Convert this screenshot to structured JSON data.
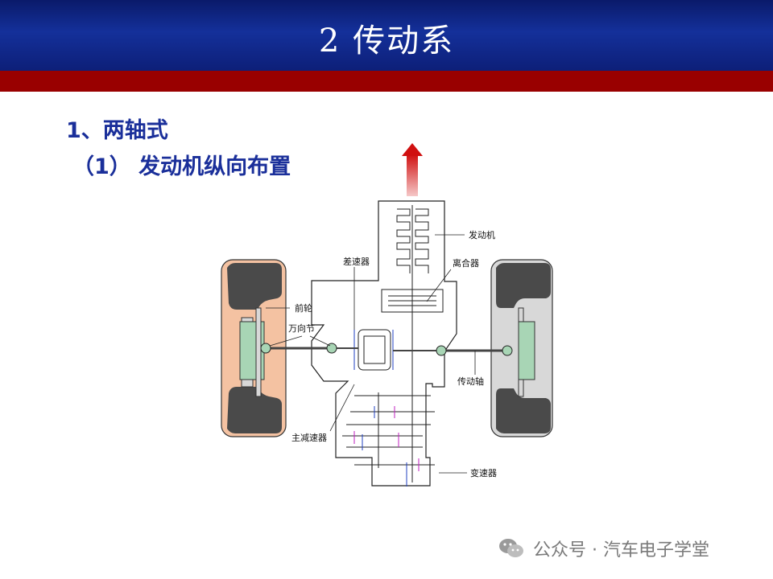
{
  "header": {
    "title": "2 传动系"
  },
  "content": {
    "heading": "1、两轴式",
    "subheading": "（1） 发动机纵向布置"
  },
  "diagram": {
    "labels": {
      "engine": "发动机",
      "clutch": "离合器",
      "differential": "差速器",
      "front_wheel": "前轮",
      "universal_joint": "万向节",
      "drive_shaft": "传动轴",
      "final_drive": "主减速器",
      "gearbox": "变速器"
    }
  },
  "watermark": {
    "text": "公众号 · 汽车电子学堂",
    "icon": "wechat-icon"
  },
  "colors": {
    "header_blue": "#14309a",
    "header_red": "#990000",
    "heading_text": "#1a2f9a",
    "tire_fill": "#f4c2a2",
    "tire_dark": "#4a4a4a",
    "hub_green": "#a8d5b5",
    "arrow_red": "#d01010"
  }
}
